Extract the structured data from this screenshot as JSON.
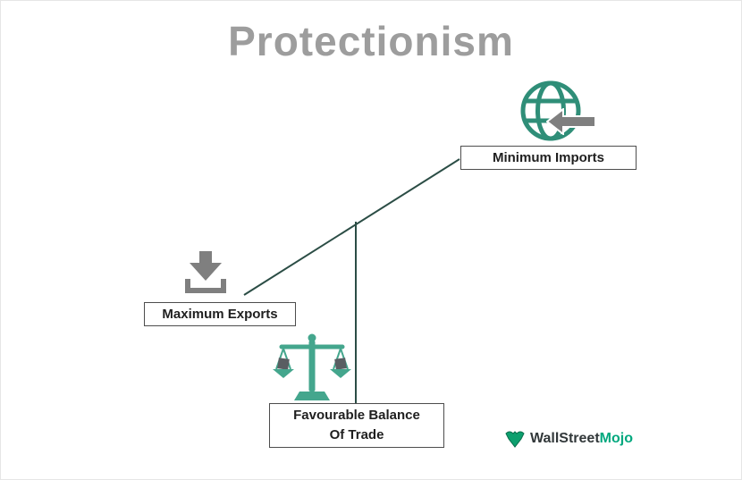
{
  "title": "Protectionism",
  "labels": {
    "minimum_imports": "Minimum Imports",
    "maximum_exports": "Maximum Exports",
    "favourable_balance": "Favourable Balance Of Trade"
  },
  "logo": {
    "part1": "WallStreet",
    "part2": "Mojo"
  },
  "icons": {
    "imports": "globe-with-inward-arrow-icon",
    "exports": "download-arrow-icon",
    "balance": "balance-scale-icon",
    "brand": "wallstreetmojo-logo-icon"
  },
  "colors": {
    "title_gray": "#9d9d9d",
    "line": "#2b4d45",
    "teal": "#2f8e78",
    "teal_light": "#44a68d",
    "gray": "#7f7f7f",
    "box_border": "#4d4d4d",
    "text": "#1f1f1f",
    "cube": "#595e62",
    "logo_dark": "#32383a",
    "logo_green": "#00a87e"
  }
}
